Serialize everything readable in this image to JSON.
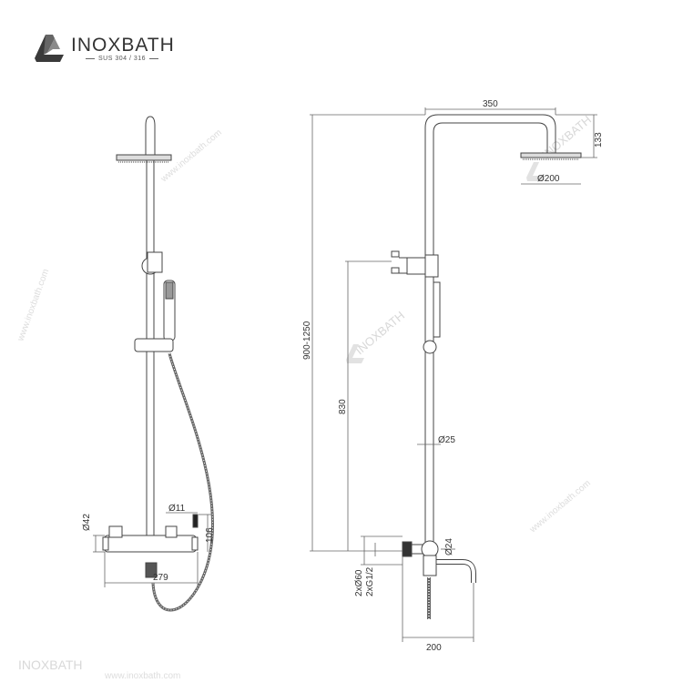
{
  "brand": {
    "name": "INOXBATH",
    "subtitle": "SUS 304 / 316",
    "watermark_url": "www.inoxbath.com"
  },
  "dimensions": {
    "arm_length": "350",
    "head_height": "133",
    "head_diameter": "Ø200",
    "total_height": "900-1250",
    "bar_height": "830",
    "pipe_diameter": "Ø25",
    "spout_diameter": "Ø24",
    "cover_diameter": "2xØ60",
    "inlet_thread": "2xG1/2",
    "spout_length": "200",
    "mixer_diameter": "Ø42",
    "handle_diameter": "Ø11",
    "handle_height": "106",
    "mixer_width": "279"
  },
  "colors": {
    "line": "#444444",
    "dim": "#666666",
    "watermark": "#dddddd"
  }
}
